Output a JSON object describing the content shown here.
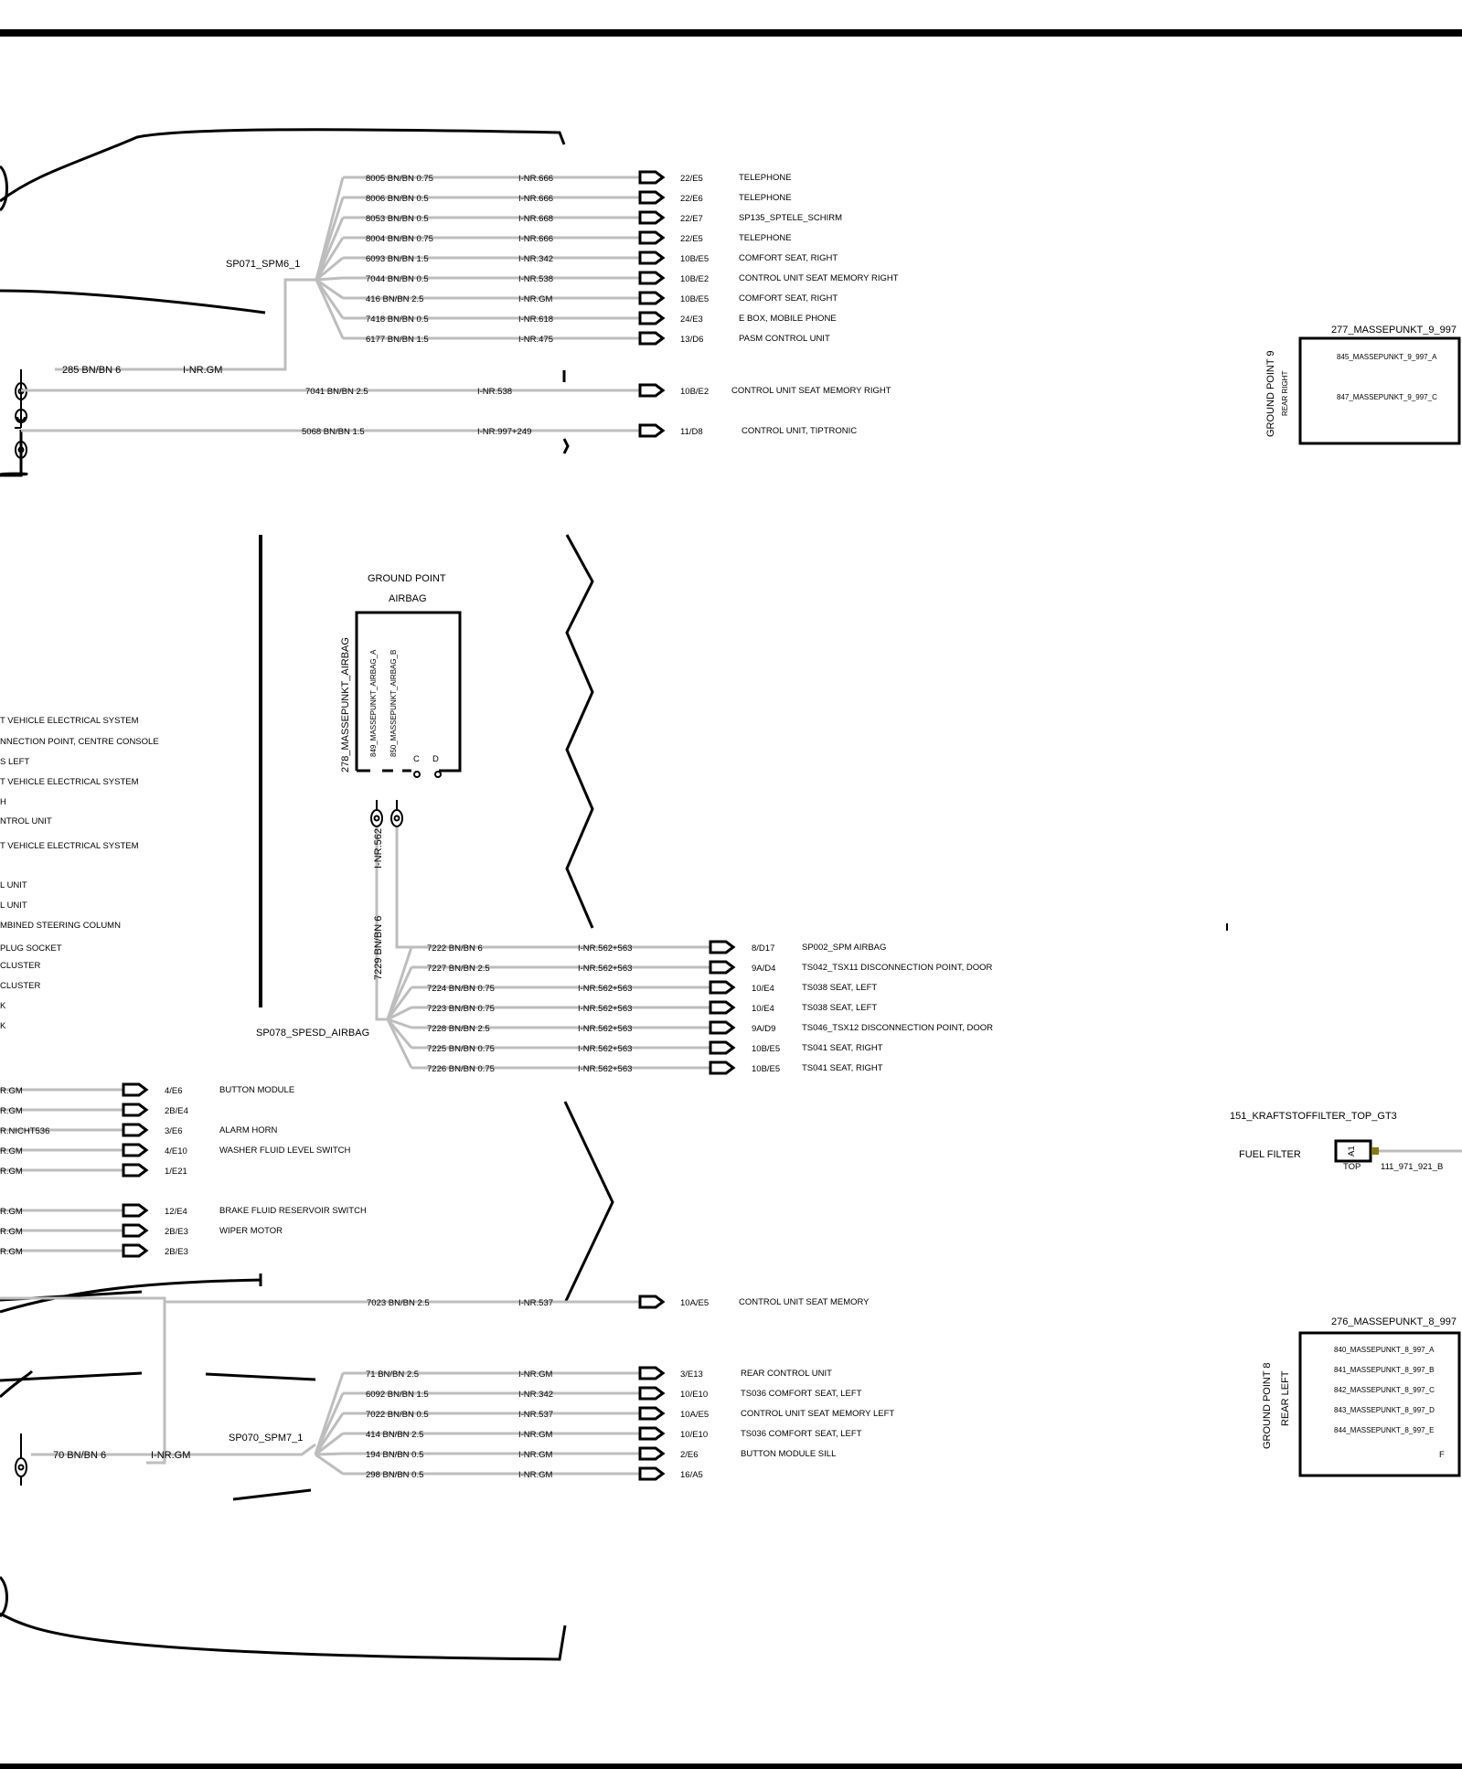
{
  "colors": {
    "wire": "#bdbdbd",
    "ink": "#000000",
    "pin": "#8a7a00",
    "background": "#ffffff"
  },
  "sp071": {
    "label": "SP071_SPM6_1",
    "rows": [
      {
        "wire": "8005 BN/BN 0.75",
        "inr": "I-NR.666",
        "ref": "22/E5",
        "dest": "TELEPHONE"
      },
      {
        "wire": "8006 BN/BN 0.5",
        "inr": "I-NR.666",
        "ref": "22/E6",
        "dest": "TELEPHONE"
      },
      {
        "wire": "8053 BN/BN 0.5",
        "inr": "I-NR.668",
        "ref": "22/E7",
        "dest": "SP135_SPTELE_SCHIRM"
      },
      {
        "wire": "8004 BN/BN 0.75",
        "inr": "I-NR.666",
        "ref": "22/E5",
        "dest": "TELEPHONE"
      },
      {
        "wire": "6093 BN/BN 1.5",
        "inr": "I-NR.342",
        "ref": "10B/E5",
        "dest": "COMFORT SEAT, RIGHT"
      },
      {
        "wire": "7044 BN/BN 0.5",
        "inr": "I-NR.538",
        "ref": "10B/E2",
        "dest": "CONTROL UNIT  SEAT  MEMORY  RIGHT"
      },
      {
        "wire": "416 BN/BN 2.5",
        "inr": "I-NR.GM",
        "ref": "10B/E5",
        "dest": "COMFORT SEAT, RIGHT"
      },
      {
        "wire": "7418 BN/BN 0.5",
        "inr": "I-NR.618",
        "ref": "24/E3",
        "dest": "E BOX, MOBILE PHONE"
      },
      {
        "wire": "6177 BN/BN 1.5",
        "inr": "I-NR.475",
        "ref": "13/D6",
        "dest": "PASM CONTROL UNIT"
      }
    ],
    "feed_wire": "285 BN/BN 6",
    "feed_inr": "I-NR.GM"
  },
  "direct_top": [
    {
      "wire": "7041 BN/BN 2.5",
      "inr": "I-NR.538",
      "ref": "10B/E2",
      "dest": "CONTROL UNIT  SEAT  MEMORY  RIGHT"
    },
    {
      "wire": "5068 BN/BN 1.5",
      "inr": "I-NR.997+249",
      "ref": "11/D8",
      "dest": "CONTROL UNIT, TIPTRONIC"
    }
  ],
  "ground9": {
    "title": "277_MASSEPUNKT_9_997",
    "side1": "GROUND POINT 9",
    "side2": "REAR RIGHT",
    "pins": [
      "845_MASSEPUNKT_9_997_A",
      "847_MASSEPUNKT_9_997_C"
    ]
  },
  "airbag": {
    "title1": "GROUND POINT",
    "title2": "AIRBAG",
    "side": "278_MASSEPUNKT_AIRBAG",
    "pin_a": "849_MASSEPUNKT_AIRBAG_A",
    "pin_b": "850_MASSEPUNKT_AIRBAG_B",
    "pin_c": "C",
    "pin_d": "D",
    "vert_inr": "I-NR.562",
    "vert_wire": "7229 BN/BN 6",
    "splice": "SP078_SPESD_AIRBAG",
    "rows": [
      {
        "wire": "7222 BN/BN 6",
        "inr": "I-NR.562+563",
        "ref": "8/D17",
        "dest": "SP002_SPM AIRBAG"
      },
      {
        "wire": "7227 BN/BN 2.5",
        "inr": "I-NR.562+563",
        "ref": "9A/D4",
        "dest": "TS042_TSX11  DISCONNECTION POINT, DOOR"
      },
      {
        "wire": "7224 BN/BN 0.75",
        "inr": "I-NR.562+563",
        "ref": "10/E4",
        "dest": "TS038     SEAT, LEFT"
      },
      {
        "wire": "7223 BN/BN 0.75",
        "inr": "I-NR.562+563",
        "ref": "10/E4",
        "dest": "TS038     SEAT, LEFT"
      },
      {
        "wire": "7228 BN/BN 2.5",
        "inr": "I-NR.562+563",
        "ref": "9A/D9",
        "dest": "TS046_TSX12  DISCONNECTION POINT, DOOR"
      },
      {
        "wire": "7225 BN/BN 0.75",
        "inr": "I-NR.562+563",
        "ref": "10B/E5",
        "dest": "TS041     SEAT, RIGHT"
      },
      {
        "wire": "7226 BN/BN 0.75",
        "inr": "I-NR.562+563",
        "ref": "10B/E5",
        "dest": "TS041     SEAT, RIGHT"
      }
    ]
  },
  "left_labels": [
    "T  VEHICLE ELECTRICAL SYSTEM",
    "NNECTION POINT, CENTRE CONSOLE",
    "S  LEFT",
    "T   VEHICLE ELECTRICAL SYSTEM",
    "H",
    "NTROL UNIT",
    "T  VEHICLE ELECTRICAL SYSTEM",
    "L UNIT",
    "L UNIT",
    "MBINED STEERING COLUMN",
    "PLUG SOCKET",
    "CLUSTER",
    "CLUSTER",
    "K",
    "K"
  ],
  "left_rows": [
    {
      "inr": "R.GM",
      "ref": "4/E6",
      "dest": "BUTTON MODULE"
    },
    {
      "inr": "R.GM",
      "ref": "2B/E4",
      "dest": ""
    },
    {
      "inr": "R.NICHT536",
      "ref": "3/E6",
      "dest": "ALARM HORN"
    },
    {
      "inr": "R.GM",
      "ref": "4/E10",
      "dest": "WASHER FLUID LEVEL  SWITCH"
    },
    {
      "inr": "R.GM",
      "ref": "1/E21",
      "dest": ""
    },
    {
      "inr": "R.GM",
      "ref": "12/E4",
      "dest": "BRAKE FLUID RESERVOIR SWITCH"
    },
    {
      "inr": "R.GM",
      "ref": "2B/E3",
      "dest": "WIPER MOTOR"
    },
    {
      "inr": "R.GM",
      "ref": "2B/E3",
      "dest": ""
    }
  ],
  "fuel": {
    "title": "151_KRAFTSTOFFILTER_TOP_GT3",
    "label": "FUEL FILTER",
    "pin": "A1",
    "sub": "TOP",
    "wire": "111_971_921_B"
  },
  "memory_row": {
    "wire": "7023 BN/BN 2.5",
    "inr": "I-NR.537",
    "ref": "10A/E5",
    "dest": "CONTROL UNIT SEAT MEMORY"
  },
  "sp070": {
    "label": "SP070_SPM7_1",
    "feed_wire": "70 BN/BN 6",
    "feed_inr": "I-NR.GM",
    "rows": [
      {
        "wire": "71 BN/BN 2.5",
        "inr": "I-NR.GM",
        "ref": "3/E13",
        "dest": "REAR CONTROL UNIT"
      },
      {
        "wire": "6092 BN/BN 1.5",
        "inr": "I-NR.342",
        "ref": "10/E10",
        "dest": "TS036 COMFORT SEAT, LEFT"
      },
      {
        "wire": "7022 BN/BN 0.5",
        "inr": "I-NR.537",
        "ref": "10A/E5",
        "dest": "CONTROL UNIT   SEAT   MEMORY  LEFT"
      },
      {
        "wire": "414 BN/BN 2.5",
        "inr": "I-NR.GM",
        "ref": "10/E10",
        "dest": "TS036 COMFORT SEAT, LEFT"
      },
      {
        "wire": "194 BN/BN 0.5",
        "inr": "I-NR.GM",
        "ref": "2/E6",
        "dest": "BUTTON  MODULE  SILL"
      },
      {
        "wire": "298 BN/BN 0.5",
        "inr": "I-NR.GM",
        "ref": "16/A5",
        "dest": ""
      }
    ]
  },
  "ground8": {
    "title": "276_MASSEPUNKT_8_997",
    "side1": "GROUND POINT 8",
    "side2": "REAR LEFT",
    "pins": [
      "840_MASSEPUNKT_8_997_A",
      "841_MASSEPUNKT_8_997_B",
      "842_MASSEPUNKT_8_997_C",
      "843_MASSEPUNKT_8_997_D",
      "844_MASSEPUNKT_8_997_E"
    ],
    "pin_f": "F"
  }
}
